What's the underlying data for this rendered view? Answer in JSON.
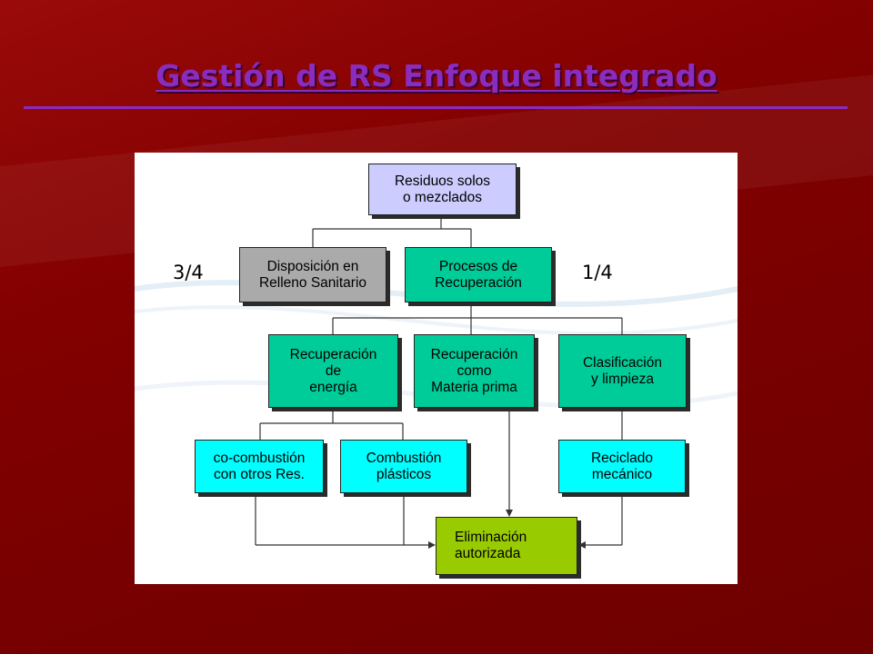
{
  "title": "Gestión de RS Enfoque integrado",
  "colors": {
    "background": "#7a0000",
    "title": "#8a2dbe",
    "root_box": "#ccccff",
    "landfill_box": "#aaaaaa",
    "process_box": "#00cc99",
    "subprocess_box": "#00ffff",
    "elimination_box": "#99cc00"
  },
  "diagram": {
    "ratio_left": "3/4",
    "ratio_right": "1/4",
    "nodes": {
      "root": "Residuos solos\no mezclados",
      "landfill": "Disposición en\nRelleno Sanitario",
      "recovery": "Procesos de\nRecuperación",
      "energy": "Recuperación\nde\nenergía",
      "raw_material": "Recuperación\ncomo\nMateria prima",
      "sorting": "Clasificación\ny limpieza",
      "cocombustion": "co-combustión\ncon otros Res.",
      "plastic_combustion": "Combustión\nplásticos",
      "recycling": "Reciclado\nmecánico",
      "elimination": "Eliminación\n  autorizada"
    }
  }
}
